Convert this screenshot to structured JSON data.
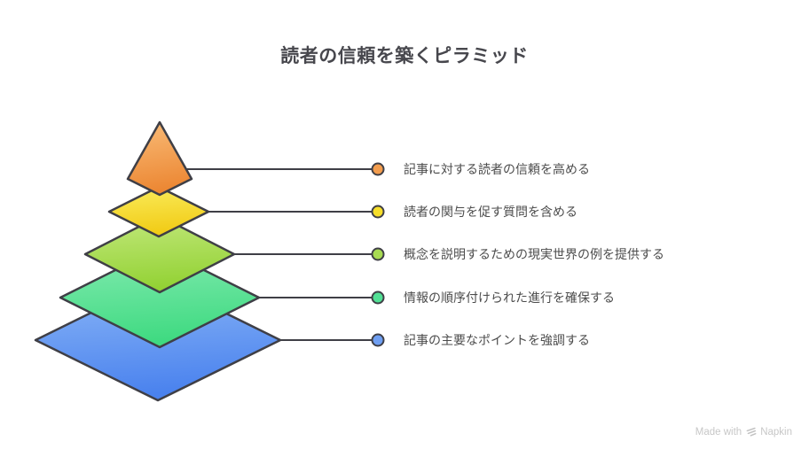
{
  "title": "読者の信頼を築くピラミッド",
  "levels": [
    {
      "label": "記事に対する読者の信頼を高める",
      "fill_light": "#F9BC78",
      "fill_dark": "#EC8733",
      "marker_color": "#F39D4E"
    },
    {
      "label": "読者の関与を促す質問を含める",
      "fill_light": "#FAEC5C",
      "fill_dark": "#F1CB15",
      "marker_color": "#F6DE2A"
    },
    {
      "label": "概念を説明するための現実世界の例を提供する",
      "fill_light": "#C3E87D",
      "fill_dark": "#93D234",
      "marker_color": "#A8DB52"
    },
    {
      "label": "情報の順序付けられた進行を確保する",
      "fill_light": "#85EBB2",
      "fill_dark": "#3FDA81",
      "marker_color": "#52E095"
    },
    {
      "label": "記事の主要なポイントを強調する",
      "fill_light": "#8DB8F7",
      "fill_dark": "#4A82EE",
      "marker_color": "#6F9FF2"
    }
  ],
  "diagram": {
    "type": "pyramid",
    "stroke_color": "#3F3F46",
    "background_color": "#FFFFFF"
  },
  "footer": {
    "made_with": "Made with",
    "brand": "Napkin"
  }
}
